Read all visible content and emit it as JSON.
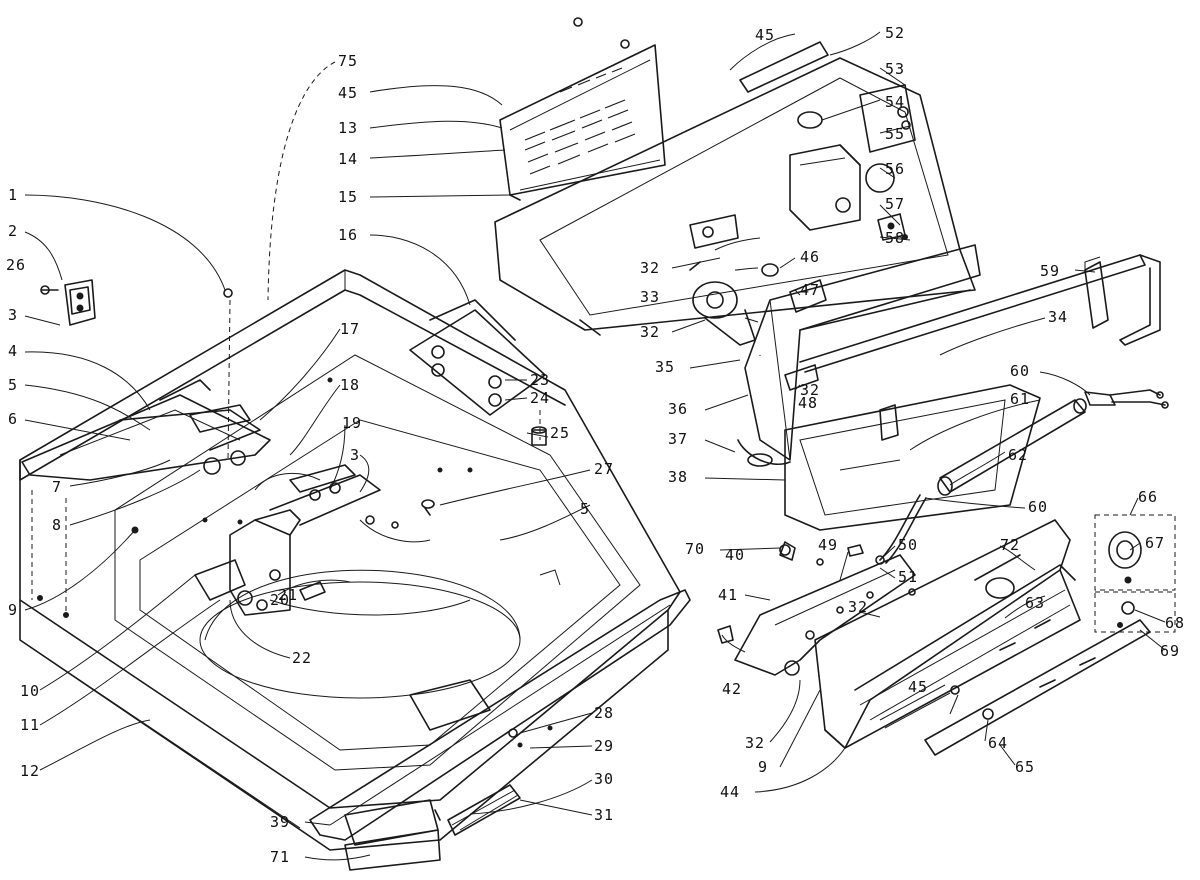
{
  "diagram": {
    "parts": [
      {
        "id": "p75",
        "label": "75"
      },
      {
        "id": "p45a",
        "label": "45"
      },
      {
        "id": "p45b",
        "label": "45"
      },
      {
        "id": "p45c",
        "label": "45"
      },
      {
        "id": "p52",
        "label": "52"
      },
      {
        "id": "p53",
        "label": "53"
      },
      {
        "id": "p54",
        "label": "54"
      },
      {
        "id": "p55",
        "label": "55"
      },
      {
        "id": "p56",
        "label": "56"
      },
      {
        "id": "p57",
        "label": "57"
      },
      {
        "id": "p58",
        "label": "58"
      },
      {
        "id": "p59",
        "label": "59"
      },
      {
        "id": "p13",
        "label": "13"
      },
      {
        "id": "p14",
        "label": "14"
      },
      {
        "id": "p15",
        "label": "15"
      },
      {
        "id": "p16",
        "label": "16"
      },
      {
        "id": "p1",
        "label": "1"
      },
      {
        "id": "p2",
        "label": "2"
      },
      {
        "id": "p26",
        "label": "26"
      },
      {
        "id": "p3a",
        "label": "3"
      },
      {
        "id": "p3b",
        "label": "3"
      },
      {
        "id": "p4",
        "label": "4"
      },
      {
        "id": "p5a",
        "label": "5"
      },
      {
        "id": "p5b",
        "label": "5"
      },
      {
        "id": "p6",
        "label": "6"
      },
      {
        "id": "p7",
        "label": "7"
      },
      {
        "id": "p8",
        "label": "8"
      },
      {
        "id": "p9a",
        "label": "9"
      },
      {
        "id": "p9b",
        "label": "9"
      },
      {
        "id": "p10",
        "label": "10"
      },
      {
        "id": "p11",
        "label": "11"
      },
      {
        "id": "p12",
        "label": "12"
      },
      {
        "id": "p17",
        "label": "17"
      },
      {
        "id": "p18",
        "label": "18"
      },
      {
        "id": "p19",
        "label": "19"
      },
      {
        "id": "p20",
        "label": "20"
      },
      {
        "id": "p21",
        "label": "21"
      },
      {
        "id": "p22",
        "label": "22"
      },
      {
        "id": "p23",
        "label": "23"
      },
      {
        "id": "p24",
        "label": "24"
      },
      {
        "id": "p25",
        "label": "25"
      },
      {
        "id": "p27",
        "label": "27"
      },
      {
        "id": "p28",
        "label": "28"
      },
      {
        "id": "p29",
        "label": "29"
      },
      {
        "id": "p30",
        "label": "30"
      },
      {
        "id": "p31",
        "label": "31"
      },
      {
        "id": "p39",
        "label": "39"
      },
      {
        "id": "p71",
        "label": "71"
      },
      {
        "id": "p32a",
        "label": "32"
      },
      {
        "id": "p32b",
        "label": "32"
      },
      {
        "id": "p32c",
        "label": "32"
      },
      {
        "id": "p32d",
        "label": "32"
      },
      {
        "id": "p32e",
        "label": "32"
      },
      {
        "id": "p33",
        "label": "33"
      },
      {
        "id": "p34",
        "label": "34"
      },
      {
        "id": "p35",
        "label": "35"
      },
      {
        "id": "p36",
        "label": "36"
      },
      {
        "id": "p37",
        "label": "37"
      },
      {
        "id": "p38",
        "label": "38"
      },
      {
        "id": "p46",
        "label": "46"
      },
      {
        "id": "p47",
        "label": "47"
      },
      {
        "id": "p48",
        "label": "48"
      },
      {
        "id": "p60a",
        "label": "60"
      },
      {
        "id": "p60b",
        "label": "60"
      },
      {
        "id": "p61",
        "label": "61"
      },
      {
        "id": "p62",
        "label": "62"
      },
      {
        "id": "p70",
        "label": "70"
      },
      {
        "id": "p40",
        "label": "40"
      },
      {
        "id": "p49",
        "label": "49"
      },
      {
        "id": "p50",
        "label": "50"
      },
      {
        "id": "p51",
        "label": "51"
      },
      {
        "id": "p41",
        "label": "41"
      },
      {
        "id": "p42",
        "label": "42"
      },
      {
        "id": "p72",
        "label": "72"
      },
      {
        "id": "p63",
        "label": "63"
      },
      {
        "id": "p64",
        "label": "64"
      },
      {
        "id": "p65",
        "label": "65"
      },
      {
        "id": "p66",
        "label": "66"
      },
      {
        "id": "p67",
        "label": "67"
      },
      {
        "id": "p68",
        "label": "68"
      },
      {
        "id": "p69",
        "label": "69"
      },
      {
        "id": "p44",
        "label": "44"
      }
    ]
  }
}
